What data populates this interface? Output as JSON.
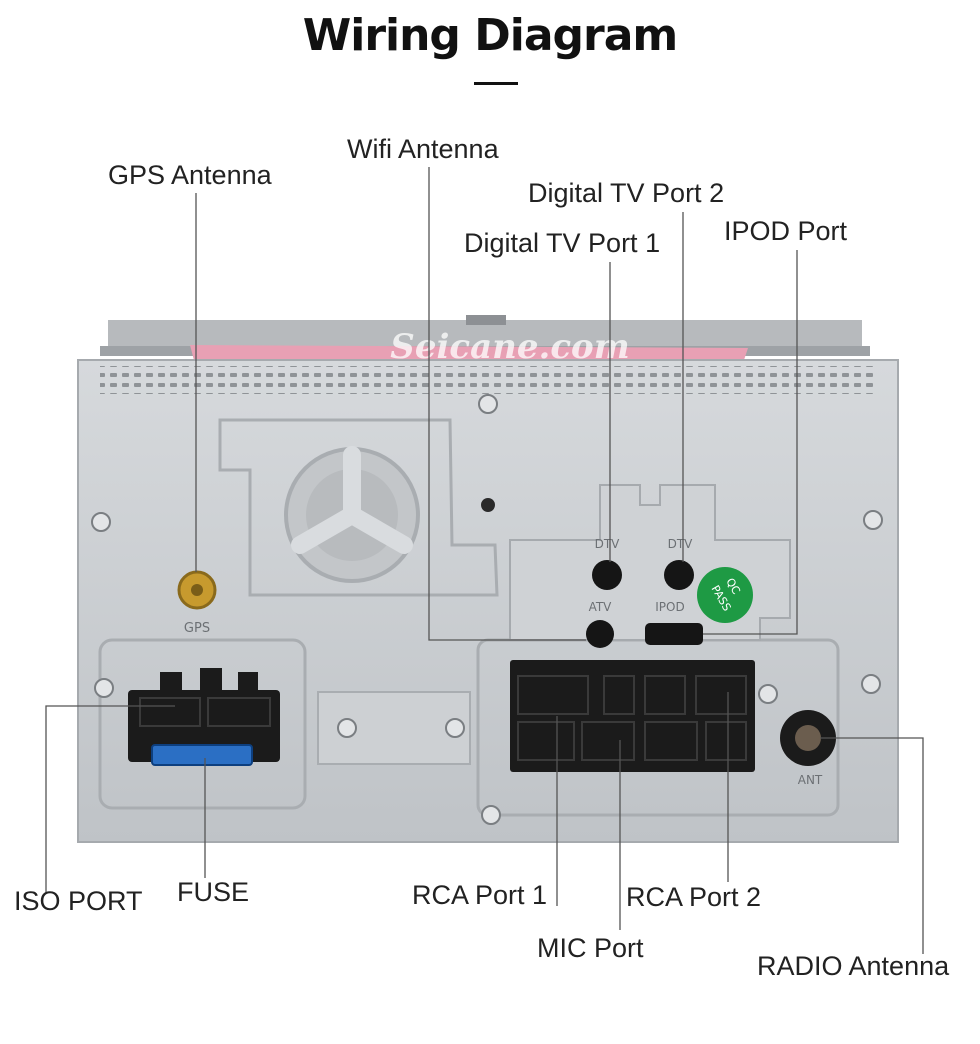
{
  "title": "Wiring Diagram",
  "watermark": "Seicane.com",
  "panel_markings": {
    "gps": "GPS",
    "dtv_left": "DTV",
    "dtv_right": "DTV",
    "atv": "ATV",
    "ipod": "IPOD",
    "ant": "ANT",
    "qc_top": "QC",
    "qc_bottom": "PASS"
  },
  "callouts": {
    "gps_antenna": "GPS Antenna",
    "wifi_antenna": "Wifi Antenna",
    "digital_tv_port_2": "Digital TV Port 2",
    "digital_tv_port_1": "Digital TV Port 1",
    "ipod_port": "IPOD Port",
    "iso_port": "ISO PORT",
    "fuse": "FUSE",
    "rca_port_1": "RCA Port 1",
    "rca_port_2": "RCA Port 2",
    "mic_port": "MIC Port",
    "radio_antenna": "RADIO Antenna"
  },
  "colors": {
    "panel": "#c9cccf",
    "panel_dark": "#a9adb1",
    "connector": "#1b1b1b",
    "gps_gold": "#c79a2e",
    "qc_sticker": "#1e9a44",
    "label_pink": "#e8a0b4",
    "leader_line": "#555555"
  }
}
